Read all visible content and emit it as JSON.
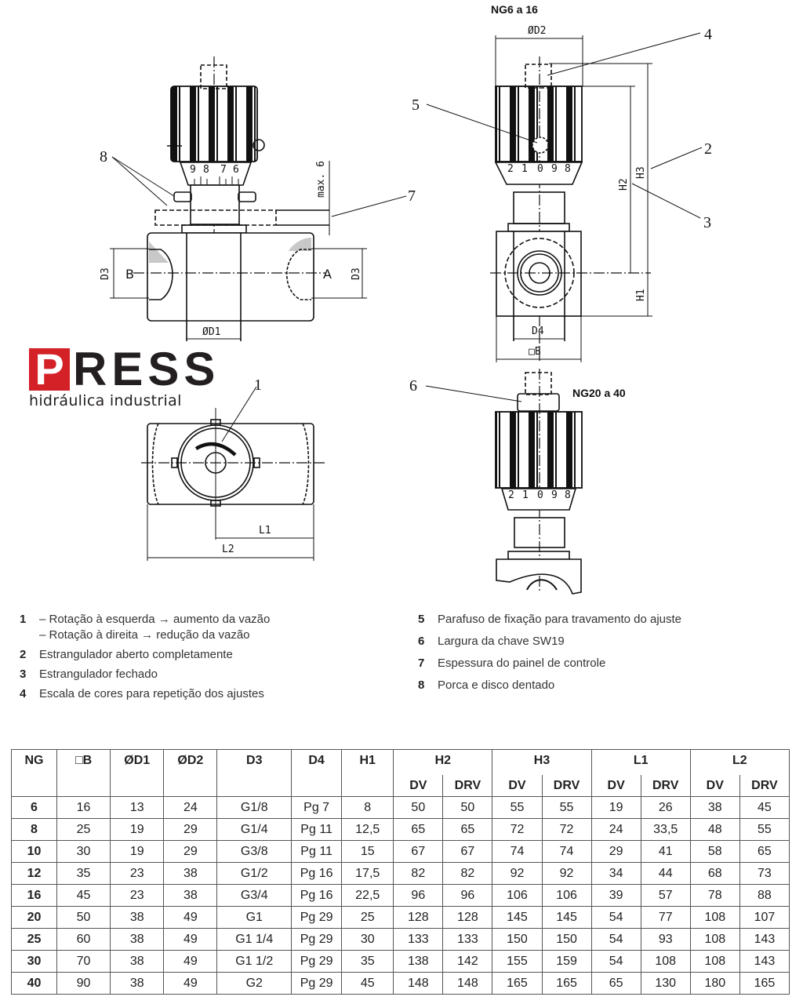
{
  "drawing": {
    "variant_small": "NG6 a 16",
    "variant_large": "NG20 a 40",
    "callouts": [
      "1",
      "2",
      "3",
      "4",
      "5",
      "6",
      "7",
      "8"
    ],
    "dimension_labels": {
      "d1": "ØD1",
      "d2": "ØD2",
      "d3_left": "D3",
      "d3_right": "D3",
      "d4": "D4",
      "b": "□B",
      "h1": "H1",
      "h2": "H2",
      "h3": "H3",
      "l1": "L1",
      "l2": "L2",
      "max6": "max. 6",
      "port_a": "A",
      "port_b": "B"
    },
    "scale_front": [
      "9",
      "8",
      "7",
      "6"
    ],
    "scale_side": [
      "2",
      "1",
      "0",
      "9",
      "8"
    ]
  },
  "logo": {
    "initial": "P",
    "rest": "RESS",
    "subtitle": "hidráulica industrial",
    "brand_color": "#d42027"
  },
  "legend": {
    "left": [
      {
        "num": "1",
        "lines": [
          "– Rotação à esquerda → aumento da vazão",
          "– Rotação à direita → redução da vazão"
        ]
      },
      {
        "num": "2",
        "lines": [
          "Estrangulador aberto completamente"
        ]
      },
      {
        "num": "3",
        "lines": [
          "Estrangulador fechado"
        ]
      },
      {
        "num": "4",
        "lines": [
          "Escala de cores para repetição dos ajustes"
        ]
      }
    ],
    "right": [
      {
        "num": "5",
        "lines": [
          "Parafuso de fixação para travamento do ajuste"
        ]
      },
      {
        "num": "6",
        "lines": [
          "Largura da chave SW19"
        ]
      },
      {
        "num": "7",
        "lines": [
          "Espessura do painel de controle"
        ]
      },
      {
        "num": "8",
        "lines": [
          "Porca e disco dentado"
        ]
      }
    ]
  },
  "table": {
    "headers": [
      "NG",
      "□B",
      "ØD1",
      "ØD2",
      "D3",
      "D4",
      "H1",
      "H2",
      "H3",
      "L1",
      "L2"
    ],
    "subheaders": [
      "DV",
      "DRV"
    ],
    "rows": [
      [
        "6",
        "16",
        "13",
        "24",
        "G1/8",
        "Pg 7",
        "8",
        "50",
        "50",
        "55",
        "55",
        "19",
        "26",
        "38",
        "45"
      ],
      [
        "8",
        "25",
        "19",
        "29",
        "G1/4",
        "Pg 11",
        "12,5",
        "65",
        "65",
        "72",
        "72",
        "24",
        "33,5",
        "48",
        "55"
      ],
      [
        "10",
        "30",
        "19",
        "29",
        "G3/8",
        "Pg 11",
        "15",
        "67",
        "67",
        "74",
        "74",
        "29",
        "41",
        "58",
        "65"
      ],
      [
        "12",
        "35",
        "23",
        "38",
        "G1/2",
        "Pg 16",
        "17,5",
        "82",
        "82",
        "92",
        "92",
        "34",
        "44",
        "68",
        "73"
      ],
      [
        "16",
        "45",
        "23",
        "38",
        "G3/4",
        "Pg 16",
        "22,5",
        "96",
        "96",
        "106",
        "106",
        "39",
        "57",
        "78",
        "88"
      ],
      [
        "20",
        "50",
        "38",
        "49",
        "G1",
        "Pg 29",
        "25",
        "128",
        "128",
        "145",
        "145",
        "54",
        "77",
        "108",
        "107"
      ],
      [
        "25",
        "60",
        "38",
        "49",
        "G1 1/4",
        "Pg 29",
        "30",
        "133",
        "133",
        "150",
        "150",
        "54",
        "93",
        "108",
        "143"
      ],
      [
        "30",
        "70",
        "38",
        "49",
        "G1 1/2",
        "Pg 29",
        "35",
        "138",
        "142",
        "155",
        "159",
        "54",
        "108",
        "108",
        "143"
      ],
      [
        "40",
        "90",
        "38",
        "49",
        "G2",
        "Pg 29",
        "45",
        "148",
        "148",
        "165",
        "165",
        "65",
        "130",
        "180",
        "165"
      ]
    ]
  }
}
